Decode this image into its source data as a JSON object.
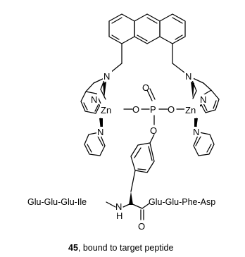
{
  "atoms": {
    "n_left": "N",
    "n_right": "N",
    "zn_left": "Zn",
    "zn_right": "Zn",
    "p": "P",
    "o_top": "O",
    "o_left": "O",
    "o_right": "O",
    "o_bottom": "O",
    "o_carbonyl": "O",
    "py_n1": "N",
    "py_n2": "N",
    "py_n3": "N",
    "py_n4": "N",
    "nh": "N",
    "h": "H"
  },
  "peptide": {
    "left_chain": "Glu-Glu-Glu-Ile",
    "right_chain": "Glu-Glu-Phe-Asp"
  },
  "caption": {
    "number": "45",
    "text": ", bound to target peptide"
  }
}
